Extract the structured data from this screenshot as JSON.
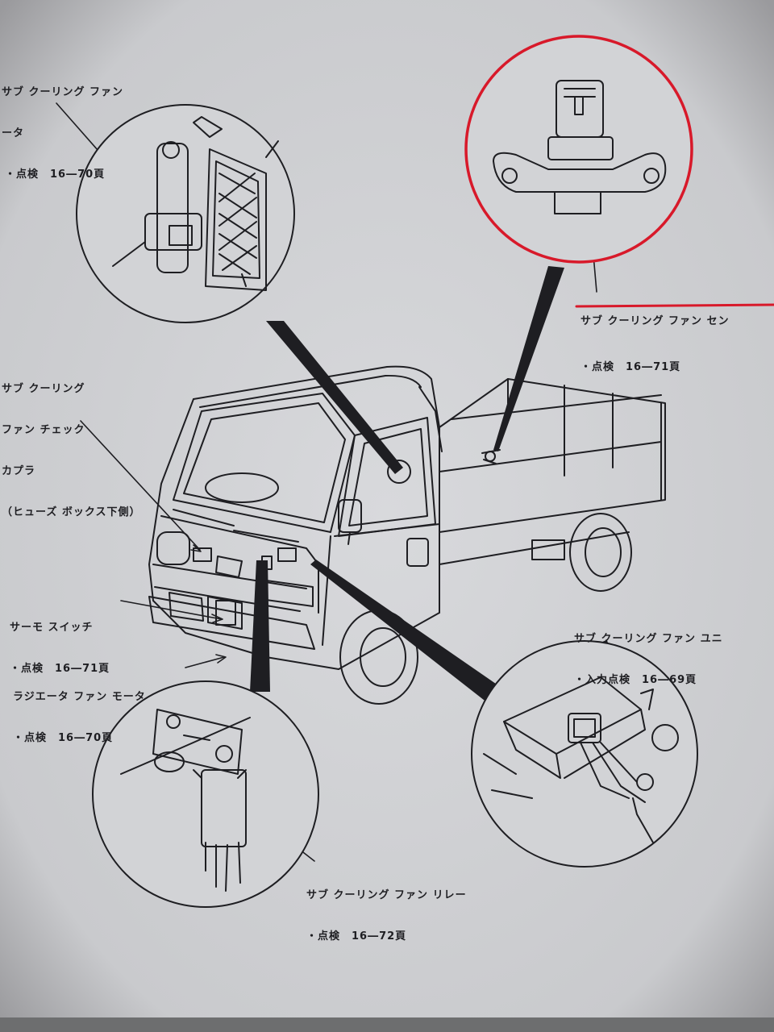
{
  "callouts": {
    "sub_fan_motor": {
      "lines": [
        "サブ クーリング ファン",
        "ータ"
      ],
      "ref": "・点検　16―70頁"
    },
    "sub_fan_sensor": {
      "lines": [
        "サブ クーリング ファン セン"
      ],
      "ref": "・点検　16―71頁"
    },
    "check_coupler": {
      "lines": [
        "サブ クーリング",
        "ファン チェック",
        "カプラ",
        "（ヒューズ ボックス下側）"
      ]
    },
    "thermo_switch": {
      "lines": [
        "サーモ スイッチ"
      ],
      "ref": "・点検　16―71頁"
    },
    "radiator_fan_motor": {
      "lines": [
        "ラジエータ ファン モータ"
      ],
      "ref": "・点検　16―70頁"
    },
    "sub_fan_unit": {
      "lines": [
        "サブ クーリング ファン ユニ"
      ],
      "ref": "・入力点検　16―69頁"
    },
    "sub_fan_relay": {
      "lines": [
        "サブ クーリング ファン リレー"
      ],
      "ref": "・点検　16―72頁"
    }
  },
  "colors": {
    "paper": "#cfd0d3",
    "ink": "#1e1e22",
    "highlight": "#d8192a"
  }
}
